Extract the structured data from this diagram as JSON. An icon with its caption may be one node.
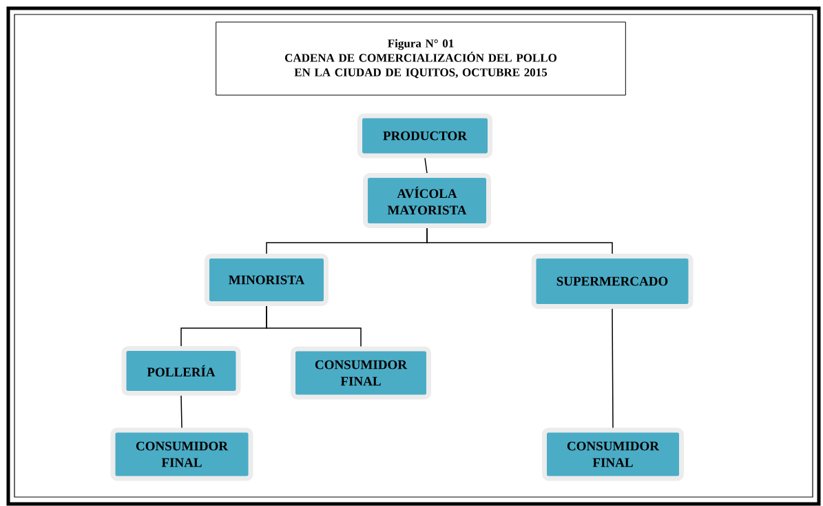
{
  "diagram": {
    "nodes": [
      {
        "text": [
          "Figura N° 01",
          "CADENA DE COMERCIALIZACIÓN DEL POLLO EN LA CIUDAD DE IQUITOS, OCTUBRE 2015"
        ]
      },
      {
        "text": [
          "PRODUCTOR"
        ]
      },
      {
        "text": [
          "AVÍCOLA MAYORISTA"
        ]
      },
      {
        "text": [
          "MINORISTA"
        ]
      },
      {
        "text": [
          "SUPERMERCADO"
        ]
      },
      {
        "text": [
          "POLLERÍA"
        ]
      },
      {
        "text": [
          "CONSUMIDOR FINAL"
        ]
      },
      {
        "text": [
          "CONSUMIDOR FINAL"
        ]
      },
      {
        "text": [
          "CONSUMIDOR FINAL"
        ]
      }
    ],
    "edges": [
      {
        "from": 1,
        "to": 2,
        "arrow": "none"
      },
      {
        "from": 2,
        "to": 3,
        "arrow": "none"
      },
      {
        "from": 2,
        "to": 4,
        "arrow": "none"
      },
      {
        "from": 3,
        "to": 5,
        "arrow": "none"
      },
      {
        "from": 3,
        "to": 6,
        "arrow": "none"
      },
      {
        "from": 5,
        "to": 7,
        "arrow": "none"
      },
      {
        "from": 4,
        "to": 8,
        "arrow": "none"
      }
    ]
  }
}
